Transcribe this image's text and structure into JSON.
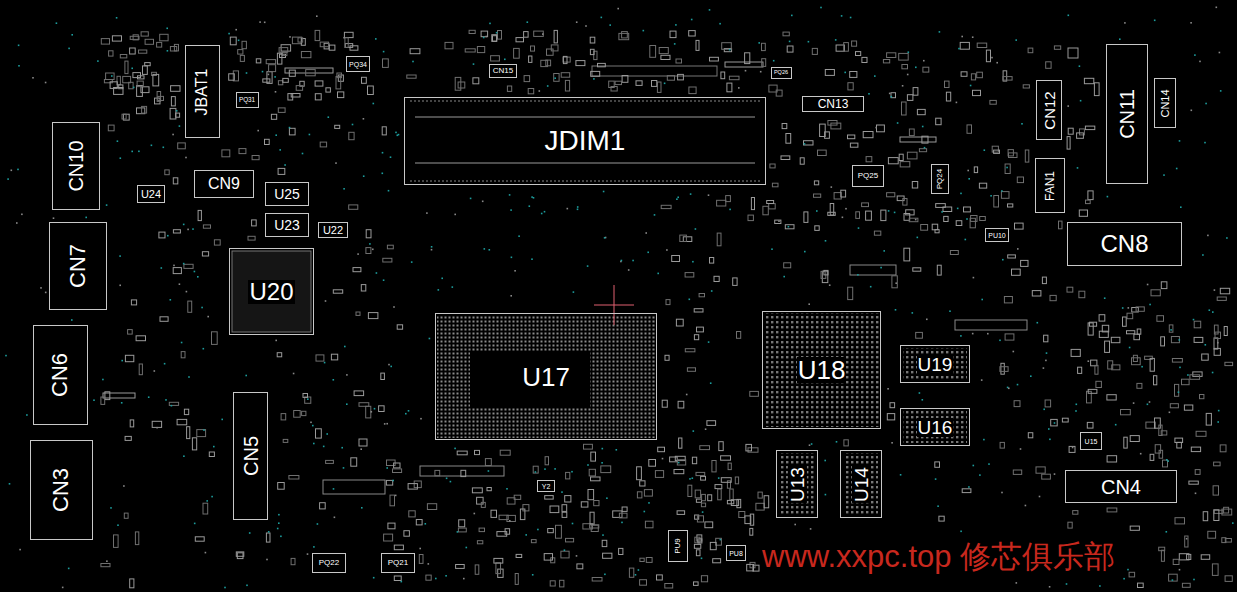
{
  "diagram": {
    "nodes": [
      {
        "text": [
          "JBAT1"
        ]
      },
      {
        "text": [
          "PQ34"
        ]
      },
      {
        "text": [
          "CN15"
        ]
      },
      {
        "text": [
          "PQ26"
        ]
      },
      {
        "text": [
          "PQ31"
        ]
      },
      {
        "text": [
          "JDIM1"
        ]
      },
      {
        "text": [
          "CN13"
        ]
      },
      {
        "text": [
          "CN11"
        ]
      },
      {
        "text": [
          "CN12"
        ]
      },
      {
        "text": [
          "CN14"
        ]
      },
      {
        "text": [
          "CN10"
        ]
      },
      {
        "text": [
          "PQ25"
        ]
      },
      {
        "text": [
          "PQ24"
        ]
      },
      {
        "text": [
          "FAN1"
        ]
      },
      {
        "text": [
          "CN9"
        ]
      },
      {
        "text": [
          "U24"
        ]
      },
      {
        "text": [
          "U25"
        ]
      },
      {
        "text": [
          "U23"
        ]
      },
      {
        "text": [
          "U22"
        ]
      },
      {
        "text": [
          "CN7"
        ]
      },
      {
        "text": [
          "PU10"
        ]
      },
      {
        "text": [
          "CN8"
        ]
      },
      {
        "text": [
          "U20"
        ]
      },
      {
        "text": [
          "U17"
        ]
      },
      {
        "text": [
          "U18"
        ]
      },
      {
        "text": [
          "CN6"
        ]
      },
      {
        "text": [
          "U19"
        ]
      },
      {
        "text": [
          "U16"
        ]
      },
      {
        "text": [
          "CN5"
        ]
      },
      {
        "text": [
          "U15"
        ]
      },
      {
        "text": [
          "CN3"
        ]
      },
      {
        "text": [
          "U13"
        ]
      },
      {
        "text": [
          "U14"
        ]
      },
      {
        "text": [
          "CN4"
        ]
      },
      {
        "text": [
          "Y2"
        ]
      },
      {
        "text": [
          "PU9"
        ]
      },
      {
        "text": [
          "PU8"
        ]
      },
      {
        "text": [
          "PQ22"
        ]
      },
      {
        "text": [
          "PQ21"
        ]
      }
    ],
    "labels": [
      "www.xxpc.top 修芯俱乐部"
    ]
  }
}
